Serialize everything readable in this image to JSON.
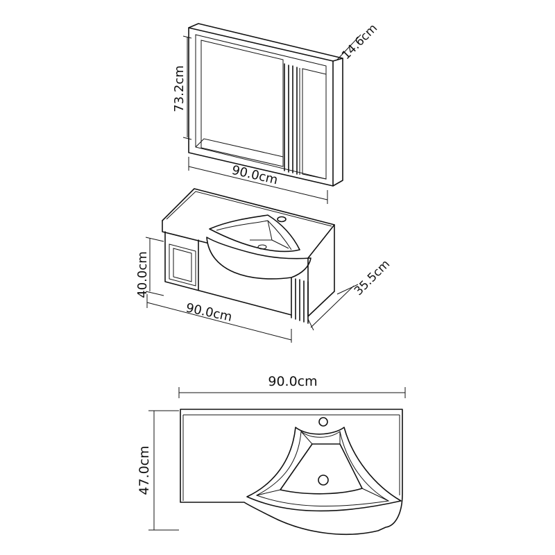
{
  "mirror_cabinet": {
    "height": "73.2cm",
    "width": "90.0cm",
    "depth": "14.6cm"
  },
  "vanity": {
    "height": "40.0cm",
    "width": "90.0cm",
    "depth": "35.5cm"
  },
  "top_view": {
    "width": "90.0cm",
    "depth": "47.0cm"
  }
}
